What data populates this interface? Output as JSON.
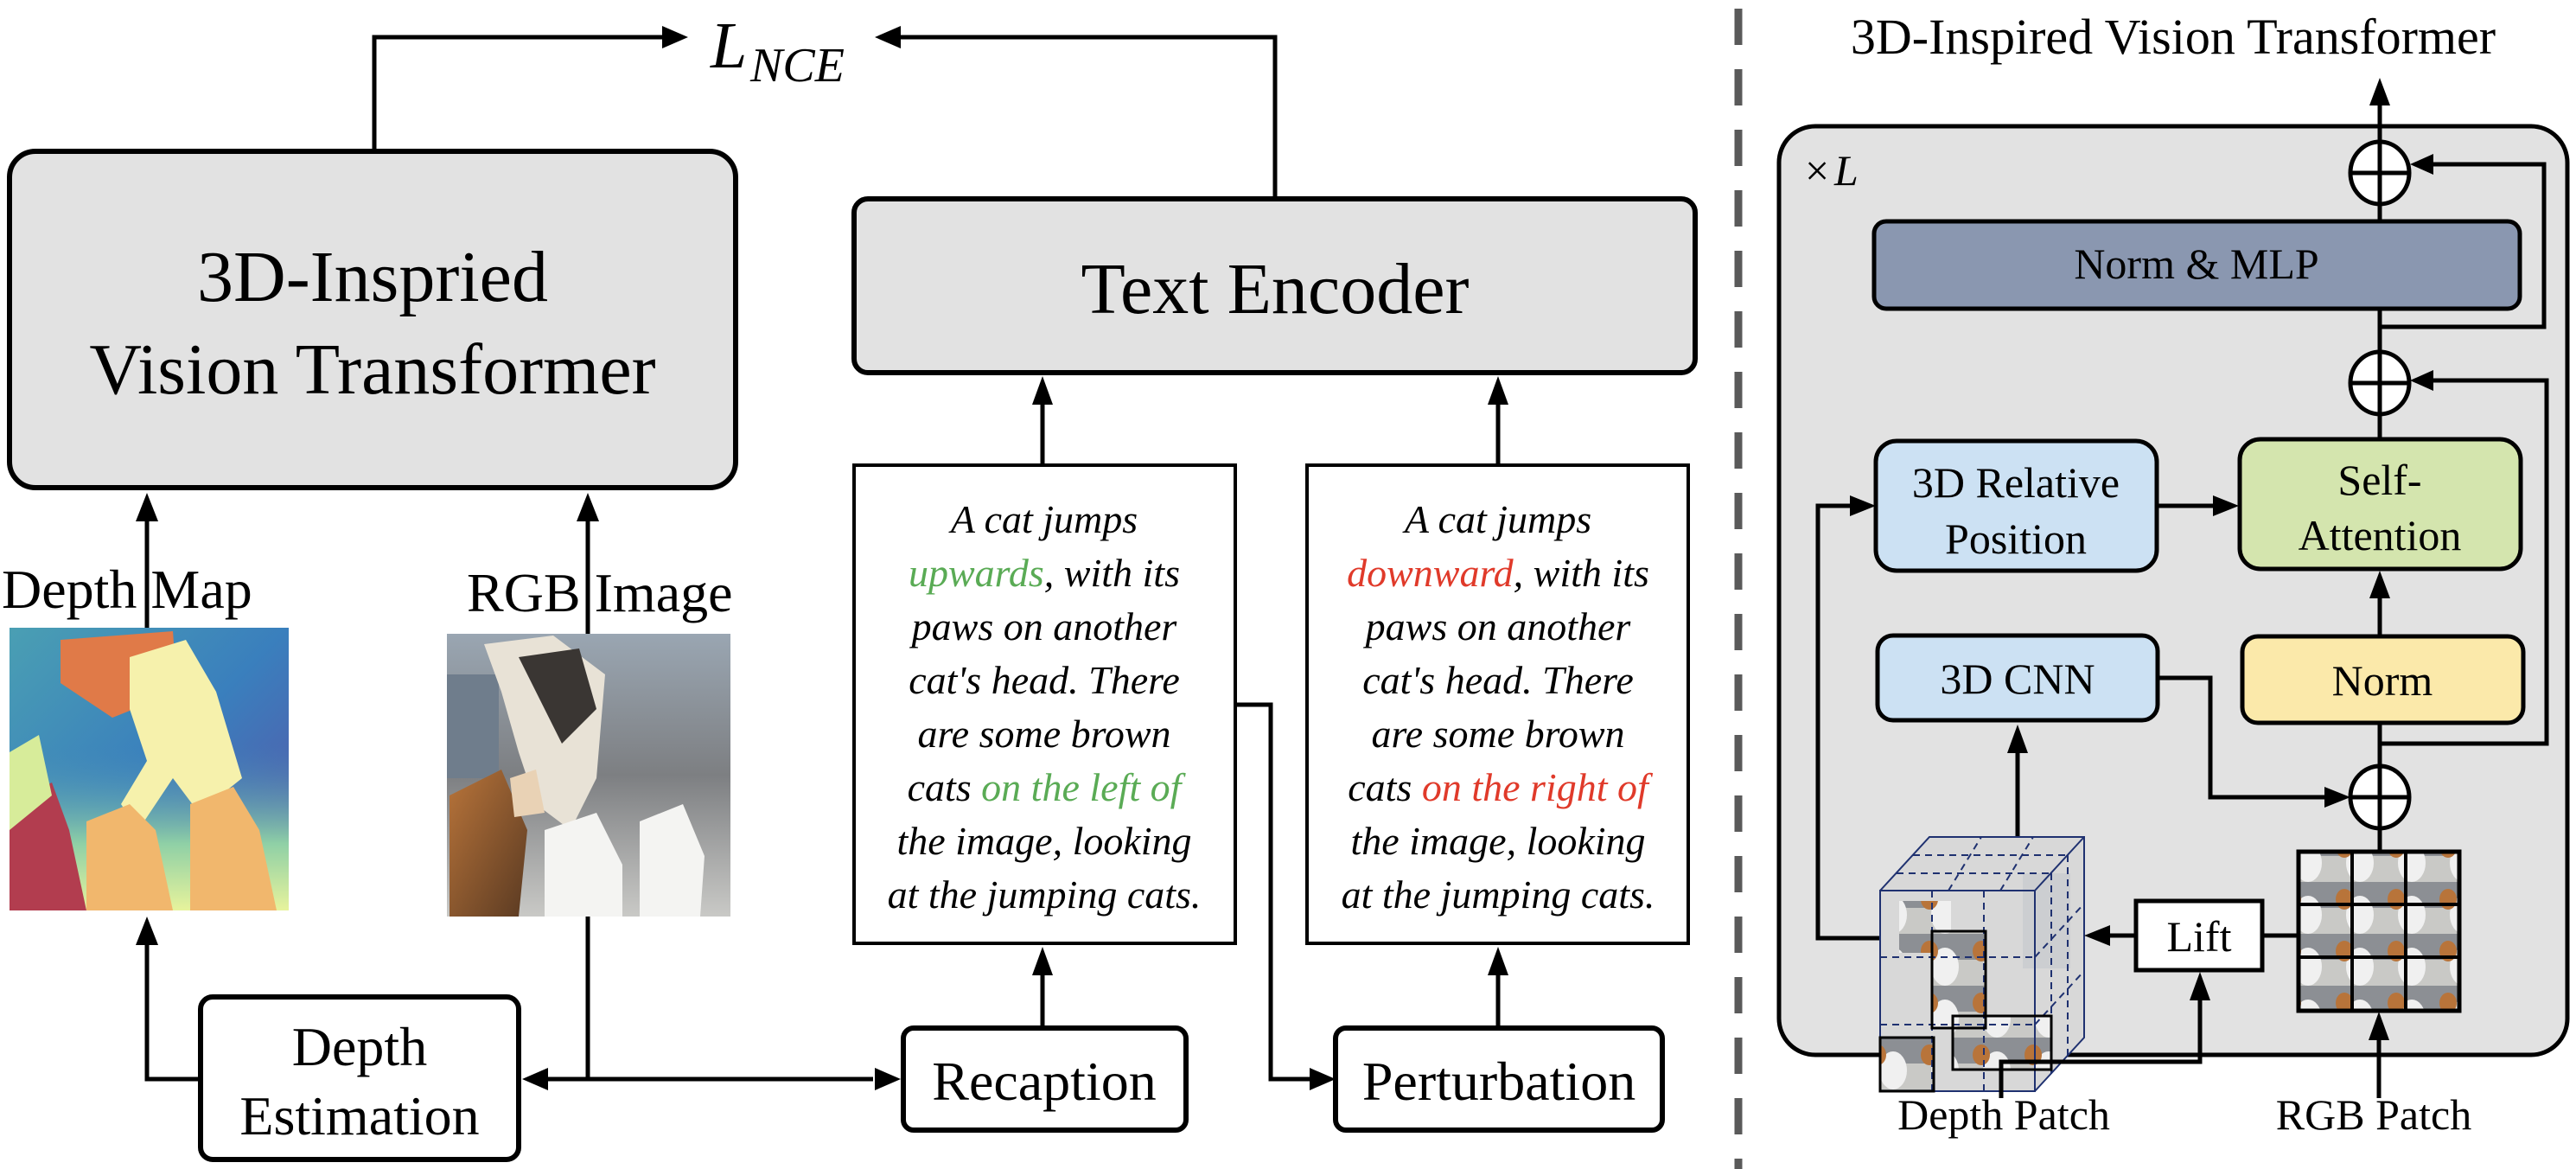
{
  "left_pipeline": {
    "loss": {
      "main": "L",
      "subscript": "NCE"
    },
    "vision_box": {
      "line1": "3D-Inspried",
      "line2": "Vision Transformer"
    },
    "text_encoder": "Text Encoder",
    "depth_map_label": "Depth Map",
    "rgb_image_label": "RGB Image",
    "depth_estimation": {
      "line1": "Depth",
      "line2": "Estimation"
    },
    "recaption": "Recaption",
    "perturbation": "Perturbation",
    "positive_caption": {
      "lines": [
        [
          {
            "t": "A cat jumps",
            "c": "normal"
          }
        ],
        [
          {
            "t": "upwards",
            "c": "positive"
          },
          {
            "t": ", with its",
            "c": "normal"
          }
        ],
        [
          {
            "t": "paws on another",
            "c": "normal"
          }
        ],
        [
          {
            "t": "cat's head. There",
            "c": "normal"
          }
        ],
        [
          {
            "t": "are some brown",
            "c": "normal"
          }
        ],
        [
          {
            "t": "cats ",
            "c": "normal"
          },
          {
            "t": "on the left of",
            "c": "positive"
          }
        ],
        [
          {
            "t": "the image, looking",
            "c": "normal"
          }
        ],
        [
          {
            "t": "at the jumping cats.",
            "c": "normal"
          }
        ]
      ]
    },
    "negative_caption": {
      "lines": [
        [
          {
            "t": "A cat jumps",
            "c": "normal"
          }
        ],
        [
          {
            "t": "downward",
            "c": "negative"
          },
          {
            "t": ", with its",
            "c": "normal"
          }
        ],
        [
          {
            "t": "paws on another",
            "c": "normal"
          }
        ],
        [
          {
            "t": "cat's head. There",
            "c": "normal"
          }
        ],
        [
          {
            "t": "are some brown",
            "c": "normal"
          }
        ],
        [
          {
            "t": "cats ",
            "c": "normal"
          },
          {
            "t": "on the right of",
            "c": "negative"
          }
        ],
        [
          {
            "t": "the image, looking",
            "c": "normal"
          }
        ],
        [
          {
            "t": "at the jumping cats.",
            "c": "normal"
          }
        ]
      ]
    },
    "depth_map_icon": "depth-map-image",
    "rgb_image_icon": "rgb-cat-image"
  },
  "right_panel": {
    "title": "3D-Inspired Vision Transformer",
    "repeat_label": {
      "prefix": "×",
      "var": "L"
    },
    "norm_mlp": "Norm & MLP",
    "relative_position": {
      "line1": "3D Relative",
      "line2": "Position"
    },
    "self_attention": {
      "line1": "Self-",
      "line2": "Attention"
    },
    "cnn": "3D CNN",
    "norm": "Norm",
    "lift": "Lift",
    "depth_patch": "Depth Patch",
    "rgb_patch": "RGB Patch",
    "adder_icon": "circled-plus-icon"
  },
  "colors": {
    "positive": "#5aab55",
    "negative": "#e03a2a",
    "normal": "#000000",
    "block_gray": "#e2e2e2",
    "norm_mlp": "#8a97b0",
    "blue_block": "#cce1f3",
    "green_block": "#d4e5ae",
    "yellow_block": "#fbe9aa",
    "separator": "#5a5a5a",
    "cube_edge": "#1f3170"
  }
}
